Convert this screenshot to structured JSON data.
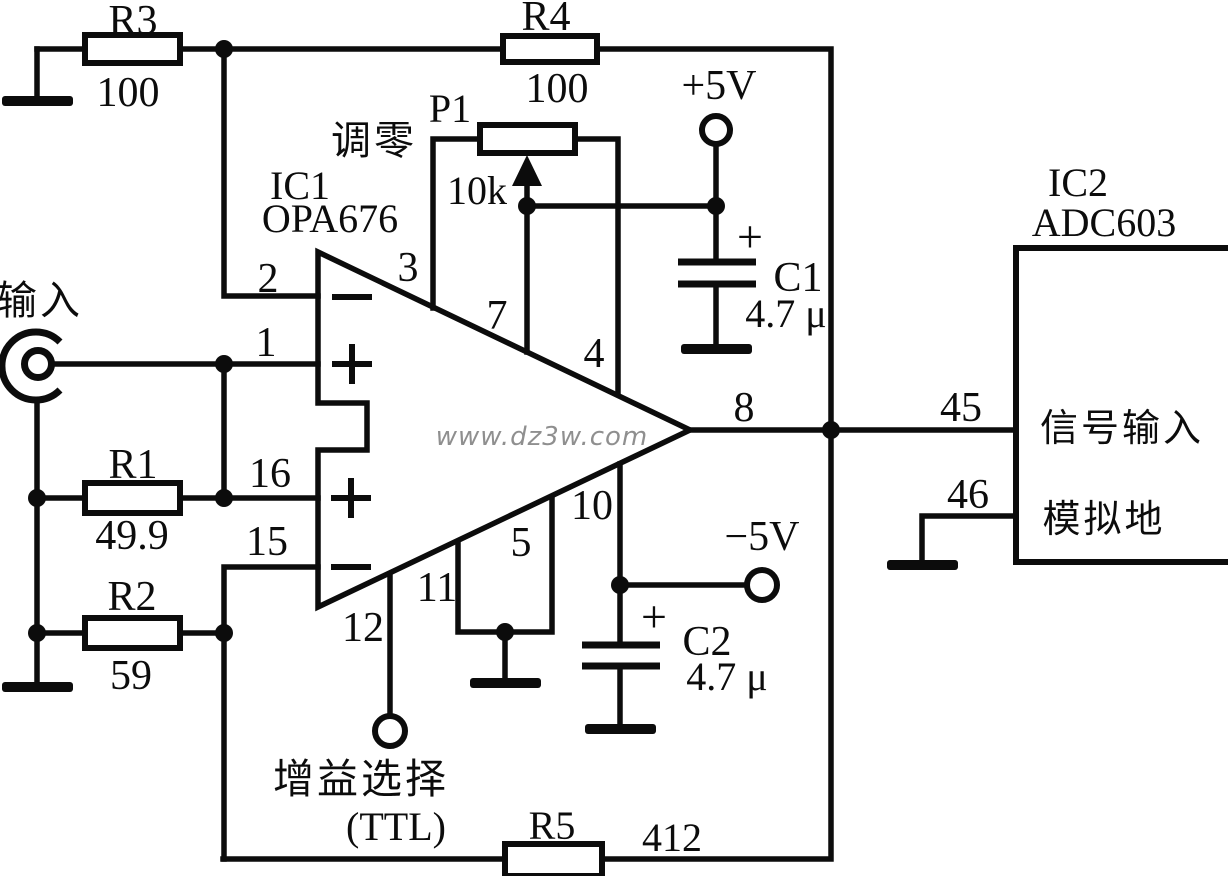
{
  "colors": {
    "ink": "#0c0c0c",
    "background": "#ffffff",
    "watermark_gray": "#8f8f8f"
  },
  "watermark": "www.dz3w.com",
  "input_terminal": {
    "label": "输入"
  },
  "opamp": {
    "ref": "IC1",
    "part": "OPA676",
    "pins": {
      "p1": "1",
      "p2": "2",
      "p3": "3",
      "p4": "4",
      "p5": "5",
      "p7": "7",
      "p8": "8",
      "p10": "10",
      "p11": "11",
      "p12": "12",
      "p15": "15",
      "p16": "16"
    }
  },
  "adc": {
    "ref": "IC2",
    "part": "ADC603",
    "pin45": "45",
    "pin46": "46",
    "signal_input": "信号输入",
    "analog_ground": "模拟地"
  },
  "resistors": {
    "r1": {
      "ref": "R1",
      "value": "49.9"
    },
    "r2": {
      "ref": "R2",
      "value": "59"
    },
    "r3": {
      "ref": "R3",
      "value": "100"
    },
    "r4": {
      "ref": "R4",
      "value": "100"
    },
    "r5": {
      "ref": "R5",
      "value": "412"
    }
  },
  "potentiometer": {
    "ref": "P1",
    "value": "10k",
    "function": "调零"
  },
  "capacitors": {
    "c1": {
      "ref": "C1",
      "value": "4.7 μ",
      "polarity": "+"
    },
    "c2": {
      "ref": "C2",
      "value": "4.7 μ",
      "polarity": "+"
    }
  },
  "power": {
    "positive": "+5V",
    "negative": "−5V"
  },
  "gain_select": {
    "line1": "增益选择",
    "line2": "(TTL)"
  }
}
